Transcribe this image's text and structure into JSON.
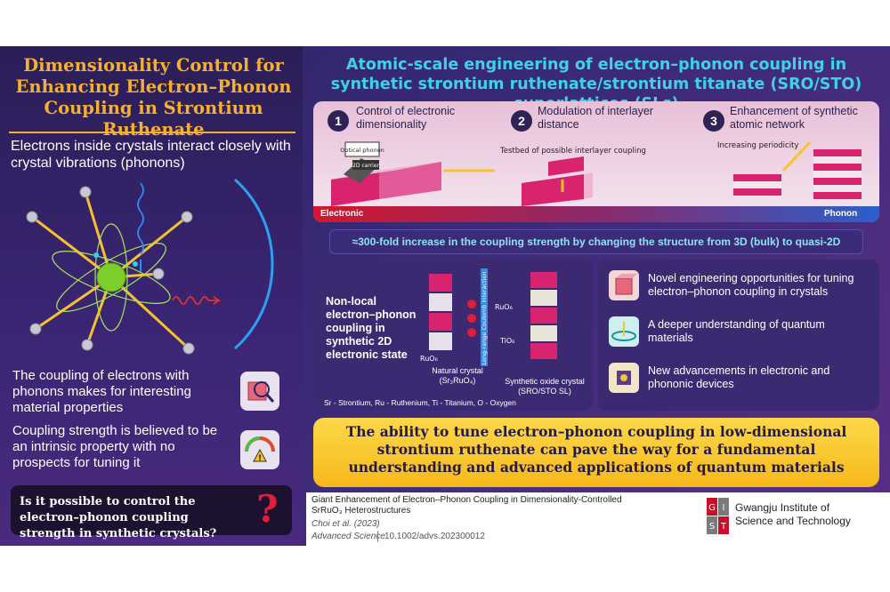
{
  "left": {
    "title": "Dimensionality Control for Enhancing Electron–Phonon Coupling in Strontium Ruthenate",
    "intro": "Electrons inside crystals interact closely with crystal vibrations (phonons)",
    "point1": "The coupling of electrons with phonons makes for interesting material properties",
    "point2": "Coupling strength is believed to be an intrinsic property with no prospects for tuning it",
    "question": "Is it possible to control the electron–phonon coupling strength in synthetic crystals?",
    "question_mark": "?"
  },
  "right": {
    "title": "Atomic-scale engineering of electron–phonon coupling in synthetic strontium ruthenate/strontium titanate (SRO/STO) superlattices (SLs)",
    "steps": [
      {
        "num": "1",
        "label": "Control of electronic dimensionality",
        "note1": "Optical phonon",
        "note2": "2D carrier"
      },
      {
        "num": "2",
        "label": "Modulation of interlayer distance",
        "note1": "Testbed of possible interlayer coupling"
      },
      {
        "num": "3",
        "label": "Enhancement of synthetic atomic network",
        "note1": "Increasing periodicity"
      }
    ],
    "bar_left": "Electronic",
    "bar_right": "Phonon",
    "fold_text": "≈300-fold increase in the coupling strength by changing the structure from 3D (bulk) to quasi-2D",
    "nonlocal": "Non-local electron–phonon coupling in synthetic 2D electronic state",
    "natural_label_1": "Natural crystal",
    "natural_label_2": "(Sr₂RuO₄)",
    "synthetic_label_1": "Synthetic oxide crystal",
    "synthetic_label_2": "(SRO/STO SL)",
    "ruo6_a": "RuO₆",
    "ruo6_b": "RuO₆",
    "tio6": "TiO₆",
    "long_range": "Long-range Coulomb interaction",
    "legend": "Sr - Strontium, Ru - Ruthenium, Ti - Titanium, O - Oxygen",
    "benefits": [
      "Novel engineering opportunities for tuning electron–phonon coupling in crystals",
      "A deeper understanding of quantum materials",
      "New advancements in electronic and phononic devices"
    ],
    "conclusion": "The ability to tune electron–phonon coupling in low-dimensional strontium ruthenate can pave the way for a fundamental understanding and advanced applications of quantum materials"
  },
  "reference": {
    "title_1": "Giant Enhancement of Electron–Phonon Coupling in Dimensionality-Controlled",
    "title_2": "SrRuO₃ Heterostructures",
    "authors": "Choi et al. (2023)",
    "journal": "Advanced Science",
    "doi": "10.1002/advs.202300012",
    "inst_1": "Gwangju Institute of",
    "inst_2": "Science and Technology",
    "logo_letters": [
      "G",
      "I",
      "S",
      "T"
    ]
  },
  "colors": {
    "accent_orange": "#f5b12e",
    "accent_cyan": "#3fd1e8",
    "pink": "#d8246e",
    "yellow": "#f9c62a",
    "red": "#e11d3a"
  }
}
